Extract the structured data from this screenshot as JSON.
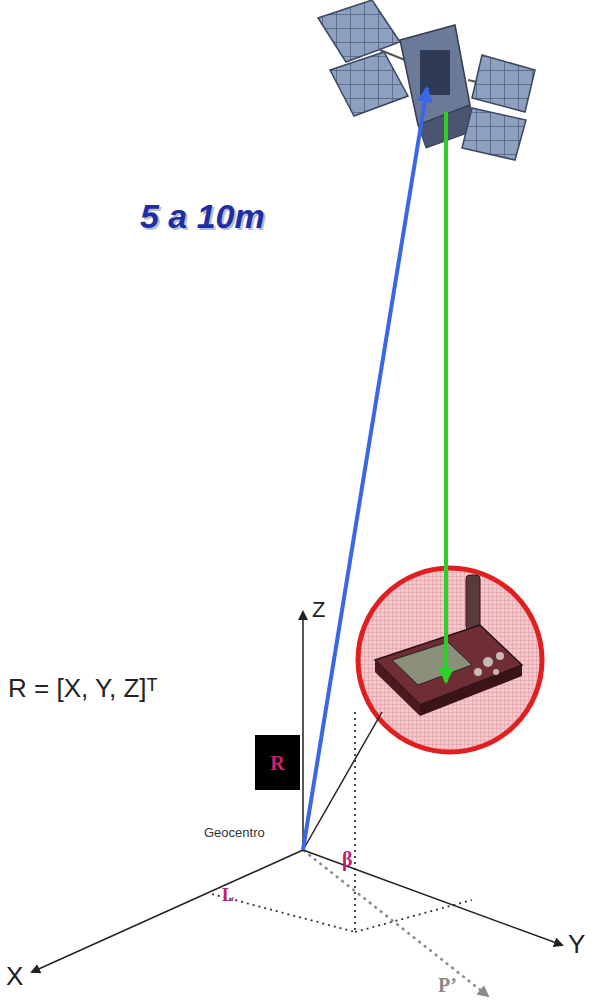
{
  "diagram": {
    "nodes": [
      {
        "text": [
          "R"
        ]
      }
    ],
    "labels": [
      "5 a 10m",
      "Z",
      "R = [X, Y, Z]ᵀ",
      "Geocentro",
      "β",
      "L",
      "X",
      "Y",
      "P’"
    ]
  }
}
